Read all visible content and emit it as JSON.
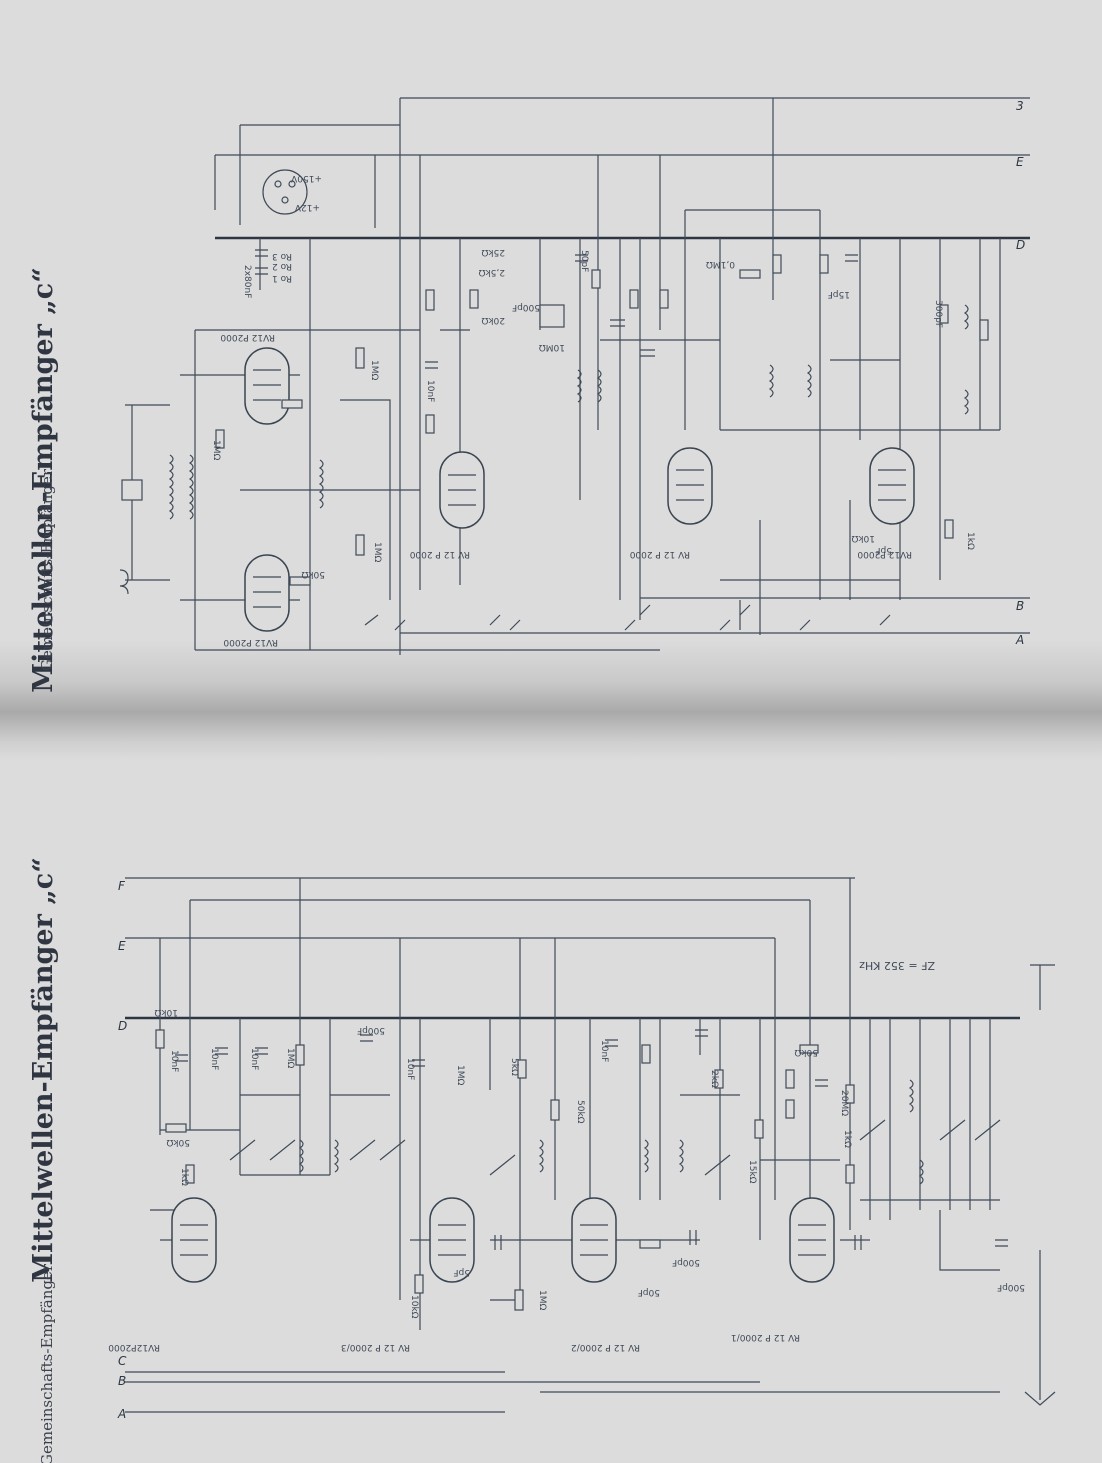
{
  "upper_sheet": {
    "title": "Mittelwellen-Empfänger „c“",
    "subtitle": "Gemeinschafts-Empfänger",
    "rail_labels": [
      "3",
      "E",
      "D",
      "B",
      "A"
    ],
    "tube_labels": [
      "RV12 P2000",
      "RV12 P2000",
      "RV 12 P 2000",
      "RV 12 P 2000",
      "RV12 P2000"
    ],
    "component_labels": [
      "Ro 1",
      "Ro 2",
      "Ro 3",
      "2x80nF",
      "+12V",
      "+150V",
      "1MΩ",
      "10nF",
      "0,1MΩ",
      "2,5kΩ",
      "25kΩ",
      "20kΩ",
      "50pF",
      "500pF",
      "10MΩ",
      "15pF",
      "300pF",
      "1kΩ",
      "10kΩ",
      "5pF",
      "1MΩ",
      "50kΩ",
      "1MΩ"
    ]
  },
  "lower_sheet": {
    "title": "Mittelwellen-Empfänger „c“",
    "subtitle": "Gemeinschafts-Empfänger",
    "rail_labels": [
      "F",
      "E",
      "D",
      "C",
      "B",
      "A"
    ],
    "tube_labels": [
      "RV12P2000",
      "RV 12 P 2000/3",
      "RV 12 P 2000/2",
      "RV 12 P 2000/1"
    ],
    "if_note": "ZF = 352 KHz",
    "component_labels": [
      "10kΩ",
      "10nF",
      "10nF",
      "10nF",
      "1MΩ",
      "500pF",
      "50kΩ",
      "1kΩ",
      "10nF",
      "1MΩ",
      "5kΩ",
      "50kΩ",
      "50pF",
      "2kΩ",
      "10nF",
      "50kΩ",
      "15kΩ",
      "20MΩ",
      "500pF",
      "5pF",
      "1MΩ",
      "500pF",
      "10kΩ",
      "1kΩ"
    ]
  }
}
